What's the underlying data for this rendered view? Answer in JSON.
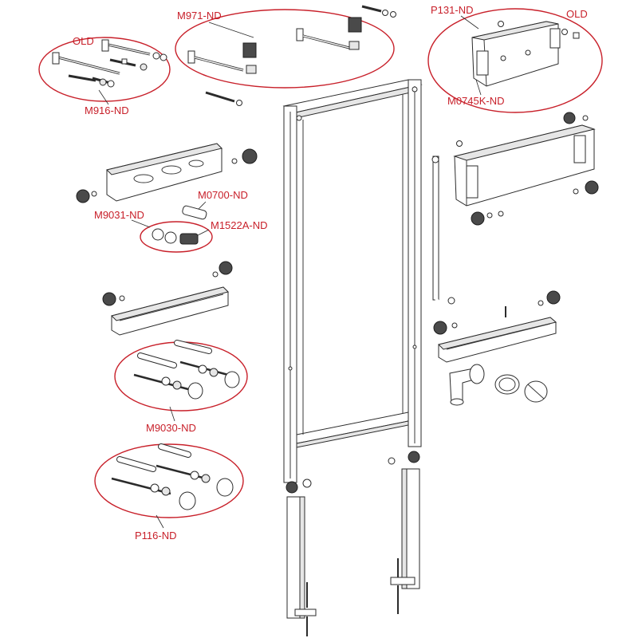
{
  "colors": {
    "accent": "#c8202a",
    "line": "#2b2b2b"
  },
  "labels": {
    "m971": "M971-ND",
    "p131": "P131-ND",
    "old_right": "OLD",
    "old_left": "OLD",
    "m916": "M916-ND",
    "m0745k": "M0745K-ND",
    "m0700": "M0700-ND",
    "m9031": "M9031-ND",
    "m1522a": "M1522A-ND",
    "m9030": "M9030-ND",
    "p116": "P116-ND"
  }
}
